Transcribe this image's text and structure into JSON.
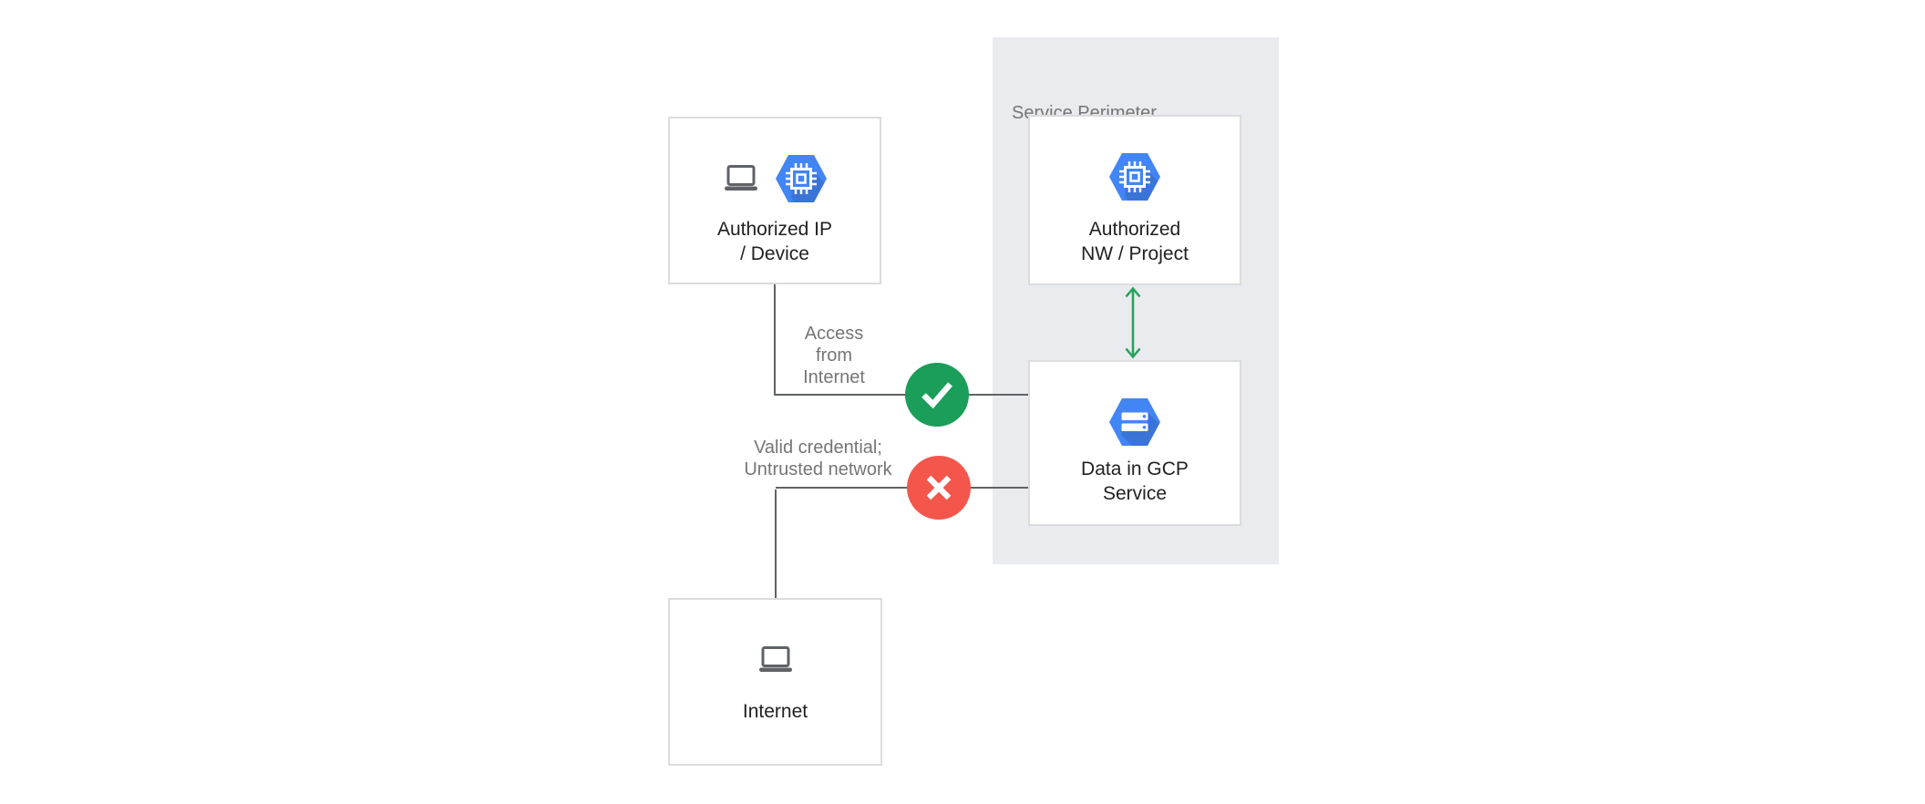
{
  "perimeter": {
    "label": "Service Perimeter"
  },
  "nodes": {
    "authorized_ip": {
      "label_line1": "Authorized IP",
      "label_line2": "/ Device",
      "icons": [
        "laptop-icon",
        "compute-engine-hexagon-icon"
      ]
    },
    "authorized_nw": {
      "label_line1": "Authorized",
      "label_line2": "NW / Project",
      "icons": [
        "compute-engine-hexagon-icon"
      ]
    },
    "data_gcp": {
      "label_line1": "Data in GCP",
      "label_line2": "Service",
      "icons": [
        "storage-hexagon-icon"
      ]
    },
    "internet": {
      "label": "Internet",
      "icons": [
        "laptop-icon"
      ]
    }
  },
  "edge_labels": {
    "access": {
      "line1": "Access",
      "line2": "from",
      "line3": "Internet"
    },
    "untrusted": {
      "line1": "Valid credential;",
      "line2": "Untrusted network"
    }
  },
  "status_icons": {
    "allowed": "check-icon",
    "denied": "cross-icon"
  },
  "connections": {
    "allowed_path": "Authorized IP / Device -> Data in GCP Service",
    "denied_path": "Internet -> Data in GCP Service",
    "bidirectional_arrow": "Authorized NW / Project <-> Data in GCP Service"
  },
  "colors": {
    "canvas_bg": "#ffffff",
    "perimeter_bg": "#e9ebee",
    "google_blue": "#4285f4",
    "allowed_green": "#1a9e5a",
    "arrow_green": "#27a15c",
    "denied_red": "#f4564c",
    "connector_gray": "#5f6368",
    "icon_gray": "#5f6368",
    "text_dark": "#212121",
    "text_gray": "#757575",
    "box_border": "#dcdcdc",
    "box_bg": "#ffffff"
  }
}
